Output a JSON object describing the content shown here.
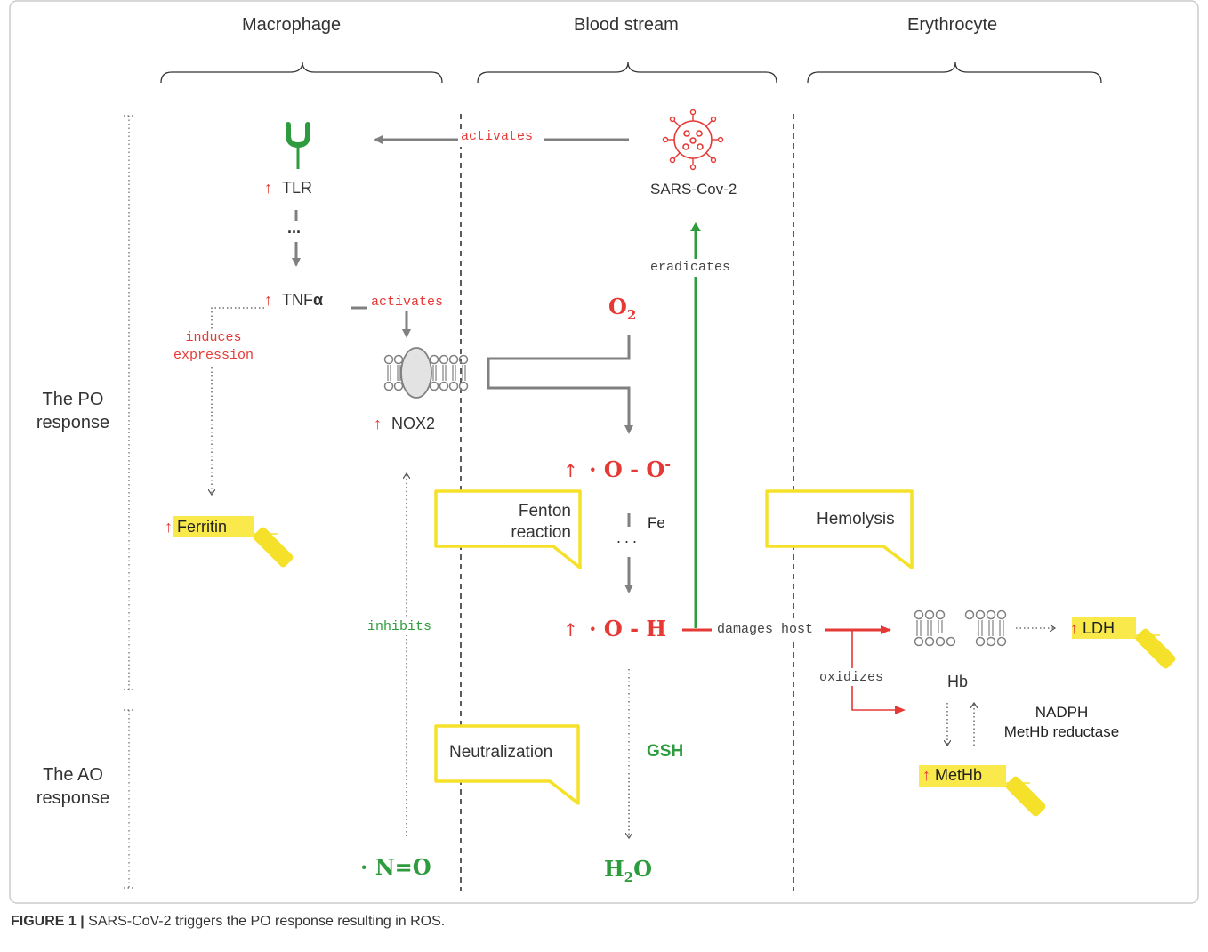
{
  "columns": {
    "macrophage": "Macrophage",
    "blood_stream": "Blood stream",
    "erythrocyte": "Erythrocyte"
  },
  "rows": {
    "po_line1": "The PO",
    "po_line2": "response",
    "ao_line1": "The AO",
    "ao_line2": "response"
  },
  "nodes": {
    "tlr": "TLR",
    "tnf": "TNF",
    "tnf_symbol": "α",
    "nox2": "NOX2",
    "ferritin": "Ferritin",
    "sars": "SARS-Cov-2",
    "o2": "O",
    "o2_sub": "2",
    "superoxide": "· O - O",
    "superoxide_sup": "-",
    "fe": "Fe",
    "hydroxyl": "· O - H",
    "gsh": "GSH",
    "h2o_h": "H",
    "h2o_sub": "2",
    "h2o_o": "O",
    "no": "· N=O",
    "hb": "Hb",
    "methb": "MetHb",
    "ldh": "LDH",
    "nadph_line1": "NADPH",
    "nadph_line2": "MetHb reductase",
    "dots": "...",
    "up_arrow": "↑"
  },
  "edge_labels": {
    "activates_tlr": "activates",
    "activates_nox": "activates",
    "induces_line1": "induces",
    "induces_line2": "expression",
    "eradicates": "eradicates",
    "inhibits": "inhibits",
    "damages": "damages host",
    "oxidizes": "oxidizes"
  },
  "callouts": {
    "fenton_line1": "Fenton",
    "fenton_line2": "reaction",
    "hemolysis": "Hemolysis",
    "neutralization": "Neutralization"
  },
  "caption": {
    "label": "FIGURE 1 |",
    "text": " SARS-CoV-2 triggers the PO response resulting in ROS."
  },
  "colors": {
    "red": "#e53935",
    "green": "#2e9c3e",
    "gray": "#808080",
    "yellow": "#f5e02a",
    "marker": "#f9e94a"
  }
}
